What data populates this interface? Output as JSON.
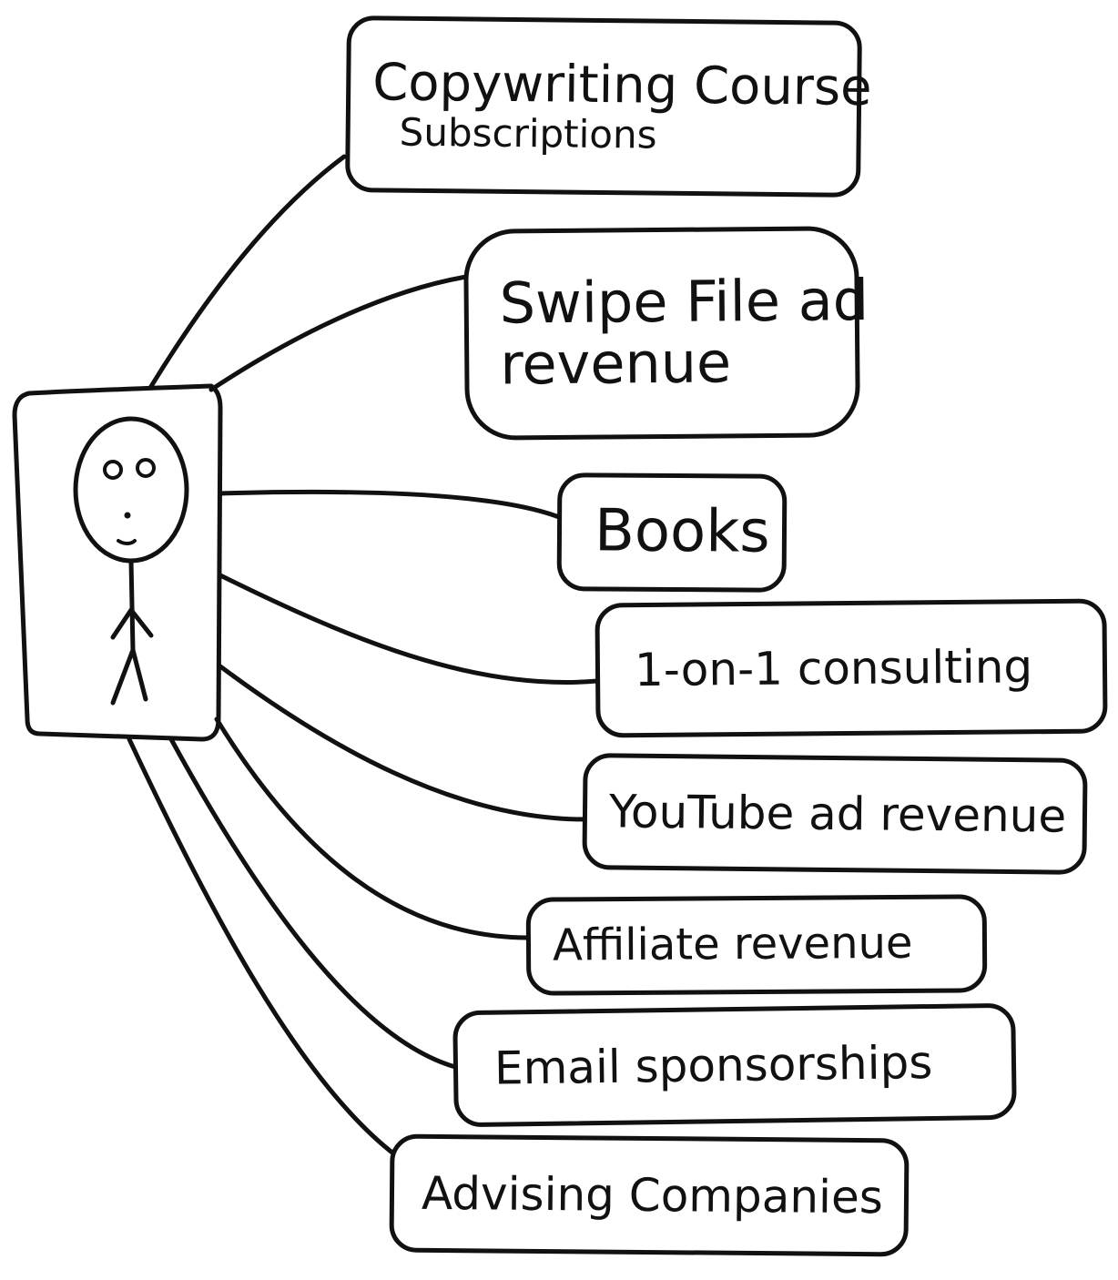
{
  "diagram": {
    "center": {
      "figure": "stick-figure-person"
    },
    "branches": [
      {
        "lines": [
          "Copywriting Course",
          "Subscriptions"
        ]
      },
      {
        "lines": [
          "Swipe File ad",
          "revenue"
        ]
      },
      {
        "lines": [
          "Books"
        ]
      },
      {
        "lines": [
          "1-on-1 consulting"
        ]
      },
      {
        "lines": [
          "YouTube ad revenue"
        ]
      },
      {
        "lines": [
          "Affiliate revenue"
        ]
      },
      {
        "lines": [
          "Email sponsorships"
        ]
      },
      {
        "lines": [
          "Advising Companies"
        ]
      }
    ]
  }
}
